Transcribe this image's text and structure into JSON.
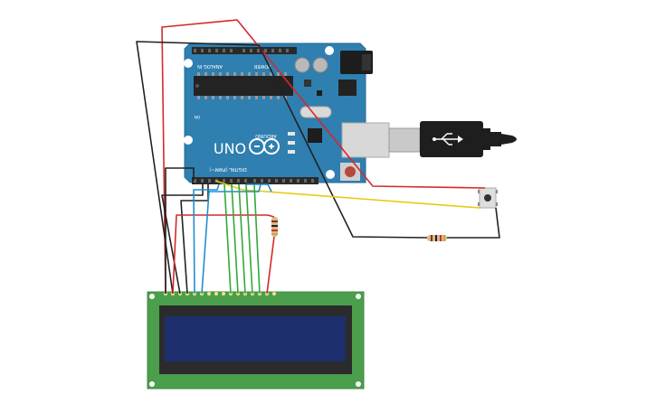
{
  "canvas": {
    "background": "#ffffff"
  },
  "arduino": {
    "brand": "ARDUINO",
    "model": "UNO",
    "section_analog": "ANALOG IN",
    "section_power": "POWER",
    "section_digital": "DIGITAL (PWM~)",
    "on_label": "ON",
    "board_color": "#2f7fb0"
  },
  "lcd": {
    "board_color": "#4a9e4c",
    "screen_color": "#1d2f6e"
  },
  "components": {
    "pushbutton": "pushbutton",
    "resistor_lcd": "resistor",
    "resistor_button": "resistor",
    "usb_cable": "usb-b-cable"
  },
  "wire_colors": {
    "black": "#222222",
    "red": "#d42a2a",
    "yellow": "#e8c910",
    "green": "#33a83a",
    "blue": "#1f8fd0"
  }
}
